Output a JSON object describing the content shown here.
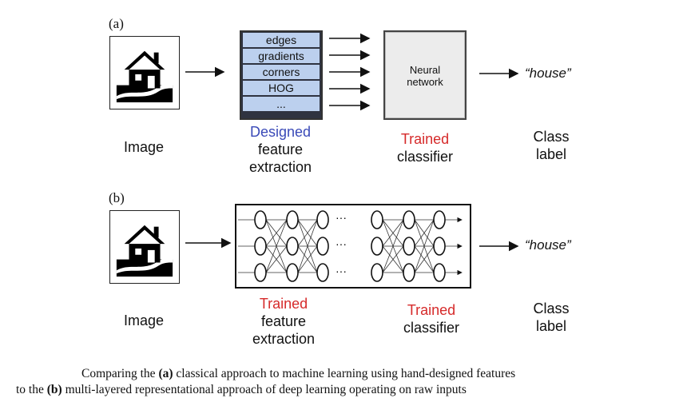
{
  "panel_a": {
    "label": "(a)",
    "image_label": "Image",
    "features": [
      "edges",
      "gradients",
      "corners",
      "HOG",
      "..."
    ],
    "feature_caption": {
      "designed": "Designed",
      "line2": "feature",
      "line3": "extraction"
    },
    "network_box": {
      "line1": "Neural",
      "line2": "network"
    },
    "classifier_caption": {
      "trained": "Trained",
      "line2": "classifier"
    },
    "output": "“house”",
    "class_label": {
      "line1": "Class",
      "line2": "label"
    }
  },
  "panel_b": {
    "label": "(b)",
    "image_label": "Image",
    "feature_caption": {
      "trained": "Trained",
      "line2": "feature",
      "line3": "extraction"
    },
    "classifier_caption": {
      "trained": "Trained",
      "line2": "classifier"
    },
    "ellipsis": "···",
    "output": "“house”",
    "class_label": {
      "line1": "Class",
      "line2": "label"
    }
  },
  "caption": {
    "p1": "Comparing the ",
    "a": "(a)",
    "p2": " classical approach to machine learning using hand-designed features",
    "p3": "to the ",
    "b": "(b)",
    "p4": " multi-layered representational approach of deep learning operating on raw inputs"
  },
  "colors": {
    "designed": "#3a4ab8",
    "trained": "#d62b2b",
    "feature_cell": "#bcd0ee"
  },
  "icons": [
    "house-icon",
    "arrow-icon",
    "neuron-icon"
  ]
}
